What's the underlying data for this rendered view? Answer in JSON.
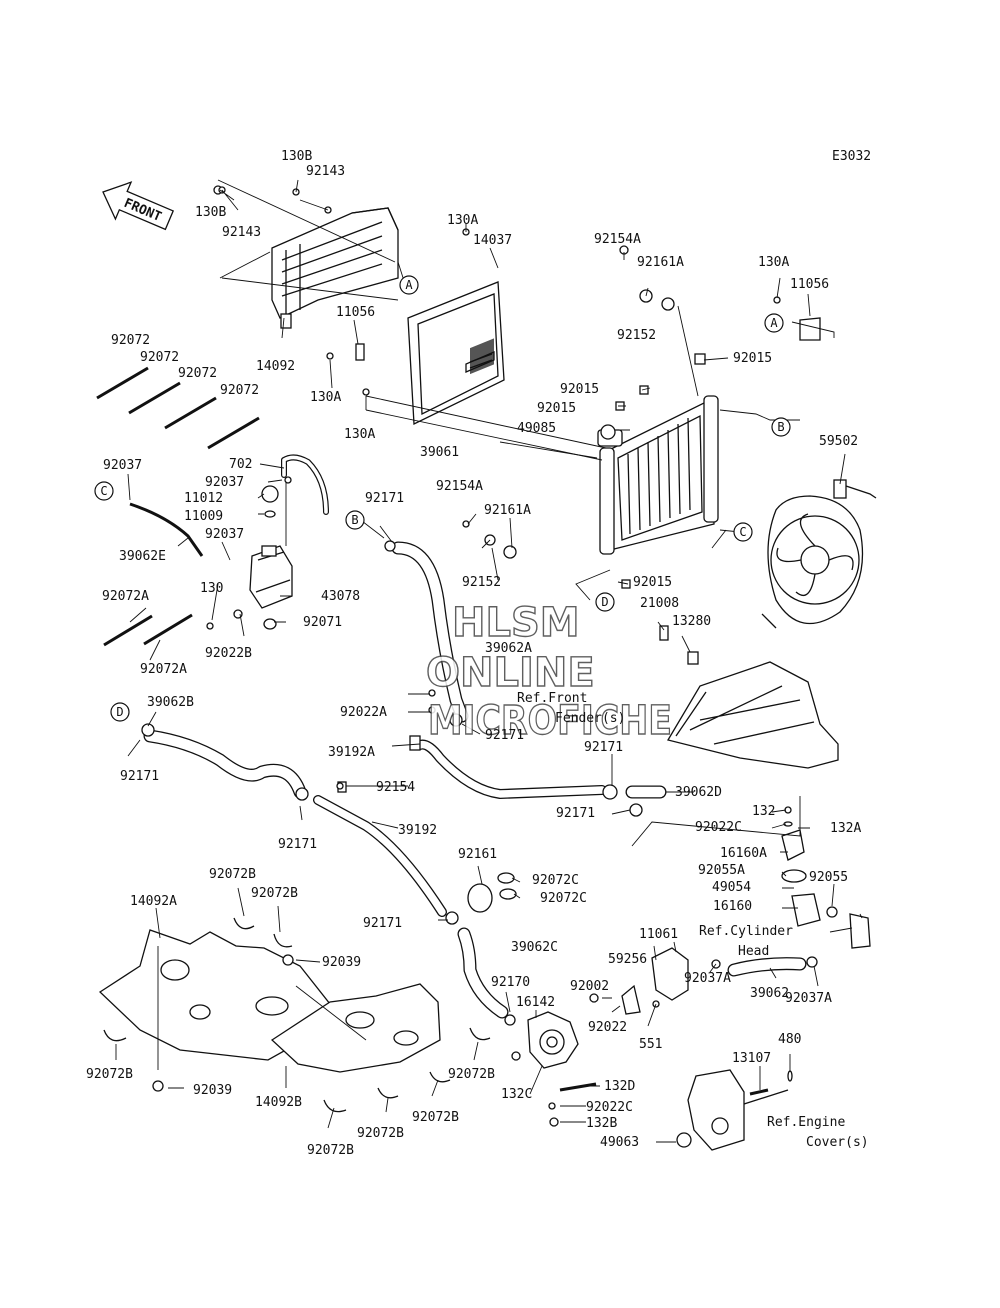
{
  "diagram": {
    "code": "E3032",
    "front_label": "FRONT",
    "watermark": [
      "HLSM",
      "ONLINE",
      "MICROFICHE"
    ],
    "references": {
      "front_fender": [
        "Ref.Front",
        "Fender(s)"
      ],
      "cylinder_head": [
        "Ref.Cylinder",
        "Head"
      ],
      "engine_cover": [
        "Ref.Engine",
        "Cover(s)"
      ]
    },
    "connectors": [
      "A",
      "B",
      "C",
      "D"
    ],
    "part_numbers": [
      "130B",
      "92143",
      "130B",
      "92143",
      "130A",
      "14037",
      "92154A",
      "92161A",
      "130A",
      "11056",
      "11056",
      "14092",
      "130A",
      "130A",
      "92152",
      "92015",
      "92015",
      "92015",
      "49085",
      "39061",
      "59502",
      "92072",
      "92072",
      "92072",
      "92072",
      "92037",
      "702",
      "92037",
      "11012",
      "11009",
      "39062E",
      "92037",
      "130",
      "43078",
      "92022B",
      "92071",
      "92072A",
      "92072A",
      "92171",
      "39062A",
      "92154A",
      "92161A",
      "92152",
      "92015",
      "21008",
      "13280",
      "39062B",
      "92171",
      "92171",
      "92154",
      "92022A",
      "92171",
      "39192A",
      "92171",
      "39062D",
      "92171",
      "132",
      "92022C",
      "132A",
      "16160A",
      "92055A",
      "49054",
      "92055",
      "16160",
      "39192",
      "92161",
      "92072C",
      "92072C",
      "92171",
      "39062C",
      "14092A",
      "92072B",
      "92072B",
      "92039",
      "11061",
      "59256",
      "92002",
      "551",
      "92037A",
      "39062",
      "92037A",
      "92170",
      "16142",
      "92022",
      "92072B",
      "92039",
      "14092B",
      "92072B",
      "92072B",
      "92072B",
      "92072B",
      "132C",
      "132D",
      "92022C",
      "132B",
      "13107",
      "480",
      "49063"
    ]
  }
}
